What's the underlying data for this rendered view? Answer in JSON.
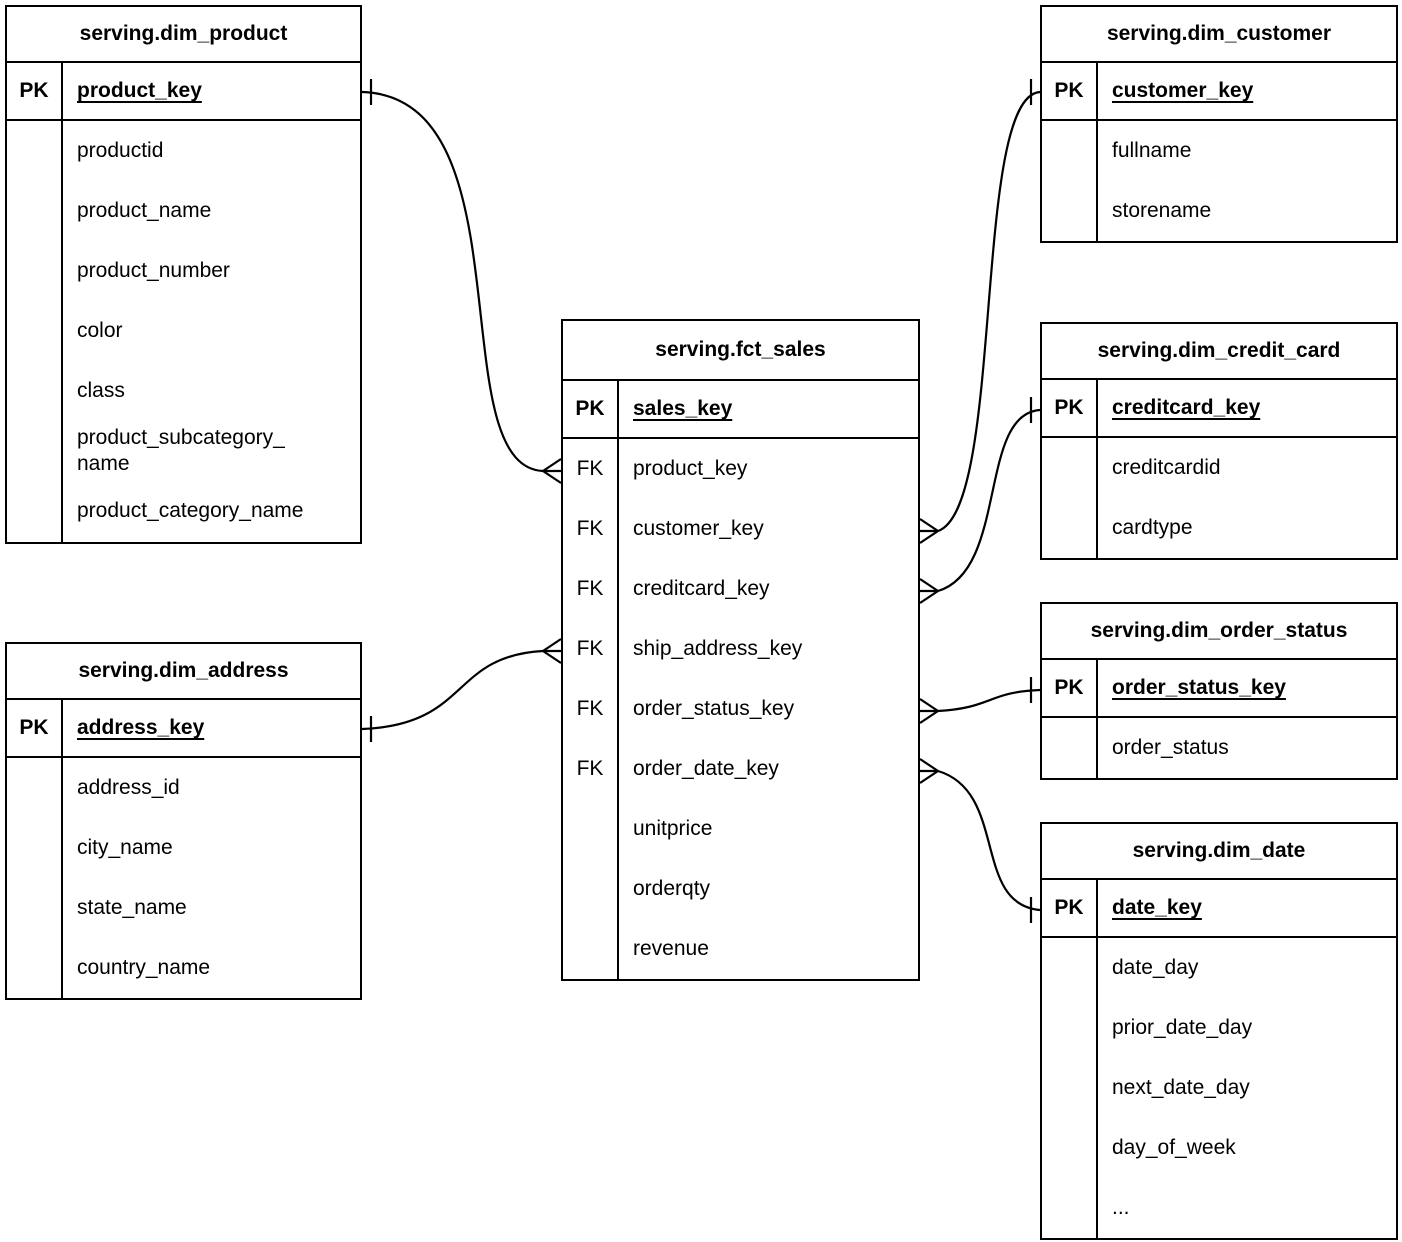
{
  "diagram_colors": {
    "line": "#000000",
    "background": "#ffffff",
    "text": "#000000"
  },
  "tables": {
    "dim_product": {
      "title": "serving.dim_product",
      "pk_label": "PK",
      "pk_field": "product_key",
      "fields": [
        "productid",
        "product_name",
        "product_number",
        "color",
        "class",
        "product_subcategory_​name",
        "product_category_name"
      ]
    },
    "dim_address": {
      "title": "serving.dim_address",
      "pk_label": "PK",
      "pk_field": "address_key",
      "fields": [
        "address_id",
        "city_name",
        "state_name",
        "country_name"
      ]
    },
    "fct_sales": {
      "title": "serving.fct_sales",
      "pk_label": "PK",
      "pk_field": "sales_key",
      "fk_label": "FK",
      "fk_fields": [
        "product_key",
        "customer_key",
        "creditcard_key",
        "ship_address_key",
        "order_status_key",
        "order_date_key"
      ],
      "fields": [
        "unitprice",
        "orderqty",
        "revenue"
      ]
    },
    "dim_customer": {
      "title": "serving.dim_customer",
      "pk_label": "PK",
      "pk_field": "customer_key",
      "fields": [
        "fullname",
        "storename"
      ]
    },
    "dim_credit_card": {
      "title": "serving.dim_credit_card",
      "pk_label": "PK",
      "pk_field": "creditcard_key",
      "fields": [
        "creditcardid",
        "cardtype"
      ]
    },
    "dim_order_status": {
      "title": "serving.dim_order_status",
      "pk_label": "PK",
      "pk_field": "order_status_key",
      "fields": [
        "order_status"
      ]
    },
    "dim_date": {
      "title": "serving.dim_date",
      "pk_label": "PK",
      "pk_field": "date_key",
      "fields": [
        "date_day",
        "prior_date_day",
        "next_date_day",
        "day_of_week",
        "..."
      ]
    }
  },
  "relationships": [
    {
      "from_table": "serving.fct_sales",
      "from_field": "product_key",
      "to_table": "serving.dim_product",
      "to_field": "product_key",
      "from_cardinality": "many",
      "to_cardinality": "one"
    },
    {
      "from_table": "serving.fct_sales",
      "from_field": "customer_key",
      "to_table": "serving.dim_customer",
      "to_field": "customer_key",
      "from_cardinality": "many",
      "to_cardinality": "one"
    },
    {
      "from_table": "serving.fct_sales",
      "from_field": "creditcard_key",
      "to_table": "serving.dim_credit_card",
      "to_field": "creditcard_key",
      "from_cardinality": "many",
      "to_cardinality": "one"
    },
    {
      "from_table": "serving.fct_sales",
      "from_field": "ship_address_key",
      "to_table": "serving.dim_address",
      "to_field": "address_key",
      "from_cardinality": "many",
      "to_cardinality": "one"
    },
    {
      "from_table": "serving.fct_sales",
      "from_field": "order_status_key",
      "to_table": "serving.dim_order_status",
      "to_field": "order_status_key",
      "from_cardinality": "many",
      "to_cardinality": "one"
    },
    {
      "from_table": "serving.fct_sales",
      "from_field": "order_date_key",
      "to_table": "serving.dim_date",
      "to_field": "date_key",
      "from_cardinality": "many",
      "to_cardinality": "one"
    }
  ]
}
